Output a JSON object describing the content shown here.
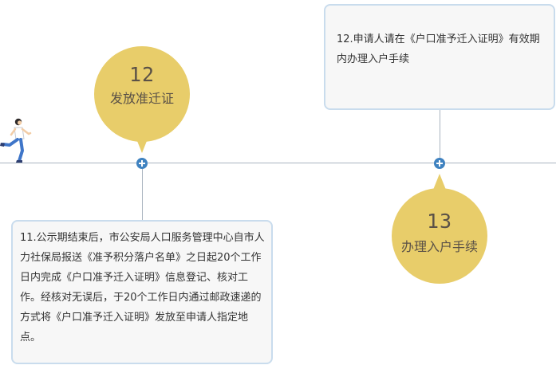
{
  "steps": [
    {
      "number": "12",
      "title": "发放准迁证",
      "detail": "11.公示期结束后，市公安局人口服务管理中心自市人力社保局报送《准予积分落户名单》之日起20个工作日内完成《户口准予迁入证明》信息登记、核对工作。经核对无误后，于20个工作日内通过邮政速递的方式将《户口准予迁入证明》发放至申请人指定地点。"
    },
    {
      "number": "13",
      "title": "办理入户手续",
      "detail": "12.申请人请在《户口准予迁入证明》有效期内办理入户手续"
    }
  ],
  "colors": {
    "bubble": "#e8cd6a",
    "node": "#3f82c0",
    "line": "#a9b4bf",
    "box_border": "#c9dced",
    "box_fill": "#f7f7f7"
  },
  "icons": {
    "runner": "running-person-icon",
    "node": "plus-circle-icon"
  }
}
